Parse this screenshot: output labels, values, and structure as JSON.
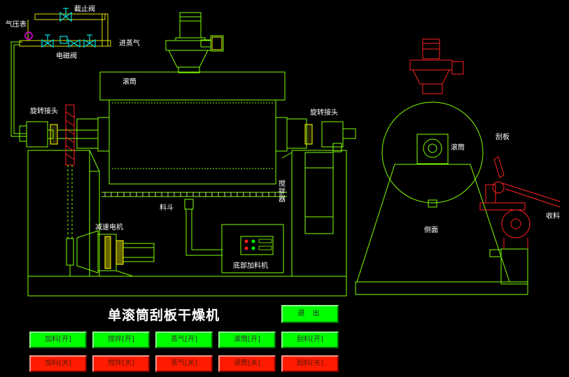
{
  "title": "单滚筒刮板干燥机",
  "labels": {
    "pressure_gauge": "气压表",
    "stop_valve": "截止阀",
    "steam_inlet": "进蒸气",
    "solenoid_valve": "电磁阀",
    "drum": "滚筒",
    "rotary_joint_left": "旋转接头",
    "rotary_joint_right": "旋转接头",
    "stirrer_line1": "搅",
    "stirrer_line2": "拌",
    "stirrer_line3": "器",
    "hopper": "料斗",
    "gear_motor": "减速电机",
    "bottom_feeder": "底部加料机",
    "drum_side": "滚筒",
    "scraper": "刮板",
    "discharge": "收料",
    "side_view": "侧面"
  },
  "buttons": {
    "exit": "退 出",
    "on": [
      {
        "id": "feed-on",
        "label": "加料[开]"
      },
      {
        "id": "stir-on",
        "label": "搅拌[开]"
      },
      {
        "id": "steam-on",
        "label": "蒸气[开]"
      },
      {
        "id": "drum-on",
        "label": "滚筒[开]"
      },
      {
        "id": "scrape-on",
        "label": "刮料[开]"
      }
    ],
    "off": [
      {
        "id": "feed-off",
        "label": "加料[关]"
      },
      {
        "id": "stir-off",
        "label": "搅拌[关]"
      },
      {
        "id": "steam-off",
        "label": "蒸气[关]"
      },
      {
        "id": "drum-off",
        "label": "滚筒[关]"
      },
      {
        "id": "scrape-off",
        "label": "刮料[关]"
      }
    ]
  },
  "colors": {
    "line": "#7fff00",
    "green": "#00ff00",
    "red": "#ff0000",
    "yellow": "#ffff00",
    "valve": "#00e0e0",
    "gauge": "#c000c0",
    "white": "#ffffff"
  }
}
